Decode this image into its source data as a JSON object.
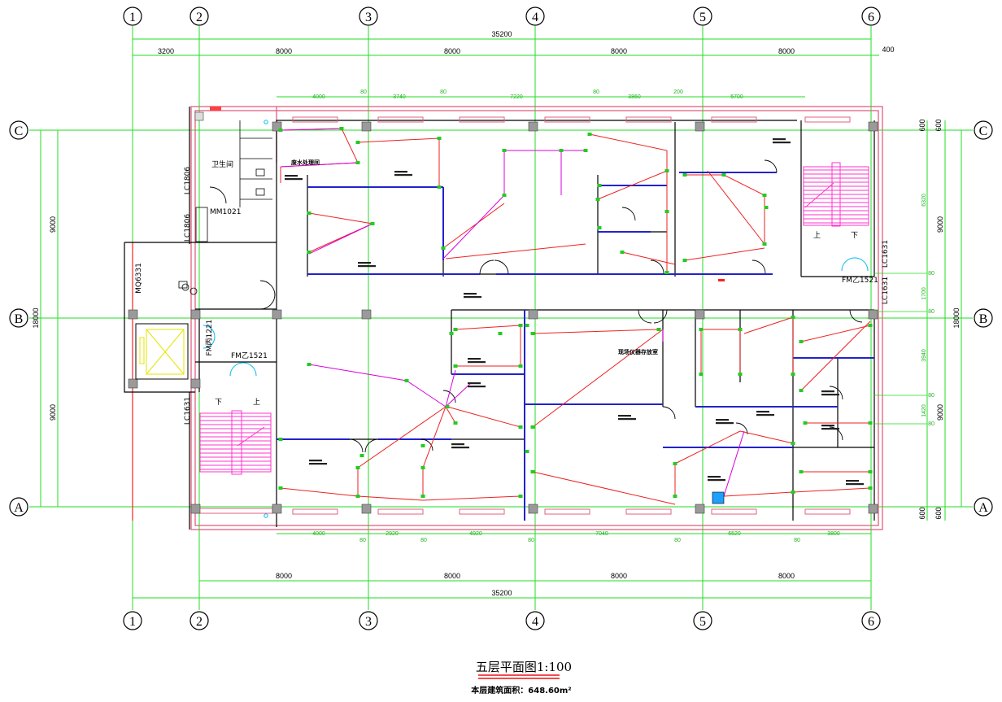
{
  "drawing": {
    "title": "五层平面图1:100",
    "area_note": "本层建筑面积：648.60m²",
    "grid_x": [
      "1",
      "2",
      "3",
      "4",
      "5",
      "6"
    ],
    "grid_y": [
      "C",
      "B",
      "A"
    ],
    "dims_top_total": "35200",
    "dims_top": [
      "3200",
      "8000",
      "8000",
      "8000",
      "8000",
      "400"
    ],
    "dims_bottom": [
      "8000",
      "8000",
      "8000",
      "8000"
    ],
    "dims_bottom_total": "35200",
    "dims_left_total": "18000",
    "dims_left": [
      "9000",
      "9000"
    ],
    "dims_right_total": "18000",
    "dims_right": [
      "9000",
      "9000"
    ],
    "dims_right_small": [
      "600",
      "600",
      "600",
      "600"
    ],
    "inner_top": [
      "4000",
      "80",
      "3740",
      "80",
      "7220",
      "80",
      "3860",
      "200",
      "5700"
    ],
    "inner_bottom": [
      "4000",
      "80",
      "2920",
      "80",
      "4920",
      "80",
      "7040",
      "80",
      "6520",
      "80",
      "3800"
    ],
    "inner_right": [
      "6320",
      "80",
      "1700",
      "80",
      "3940",
      "80",
      "1420",
      "80"
    ],
    "labels": {
      "toilet": "卫生间",
      "lc1806_a": "LC1806",
      "lc1806_b": "LC1806",
      "mm1021": "MM1021",
      "mq6331": "MQ6331",
      "fm1221": "FM丙1221",
      "fm1521_left": "FM乙1521",
      "fm1521_right": "FM乙1521",
      "lc1631_left": "LC1631",
      "lc1631_r1": "LC1631",
      "lc1631_r2": "LC1631",
      "up_left": "上",
      "down_left": "下",
      "up_right": "上",
      "down_right": "下",
      "waste_room": "废水处理间",
      "big_room": "现场仪器存放室"
    }
  }
}
